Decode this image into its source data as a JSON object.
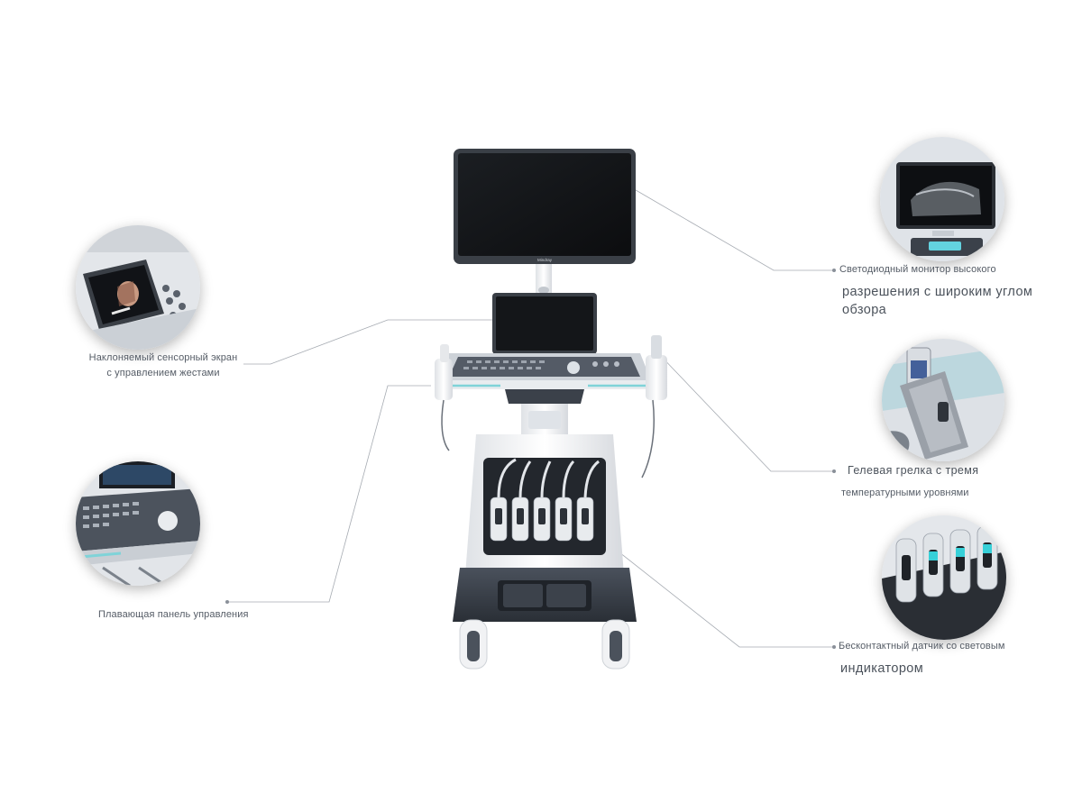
{
  "callouts": {
    "led_monitor": {
      "line1": "Светодиодный монитор высокого",
      "line2": "разрешения с широким углом",
      "line3": "обзора"
    },
    "touch_screen": {
      "line1": "Наклоняемый сенсорный экран",
      "line2": "с управлением жестами"
    },
    "gel_warmer": {
      "line1": "Гелевая грелка с тремя",
      "line2": "температурными уровнями"
    },
    "control_panel": {
      "line1": "Плавающая панель управления"
    },
    "probe_indicator": {
      "line1": "Бесконтактный датчик со световым",
      "line2": "индикатором"
    }
  },
  "device": {
    "brand": "Mindray"
  },
  "colors": {
    "line": "#9aa0a6",
    "device_white": "#f4f5f7",
    "device_dark": "#2e3440",
    "accent_teal": "#7fd3d8"
  }
}
